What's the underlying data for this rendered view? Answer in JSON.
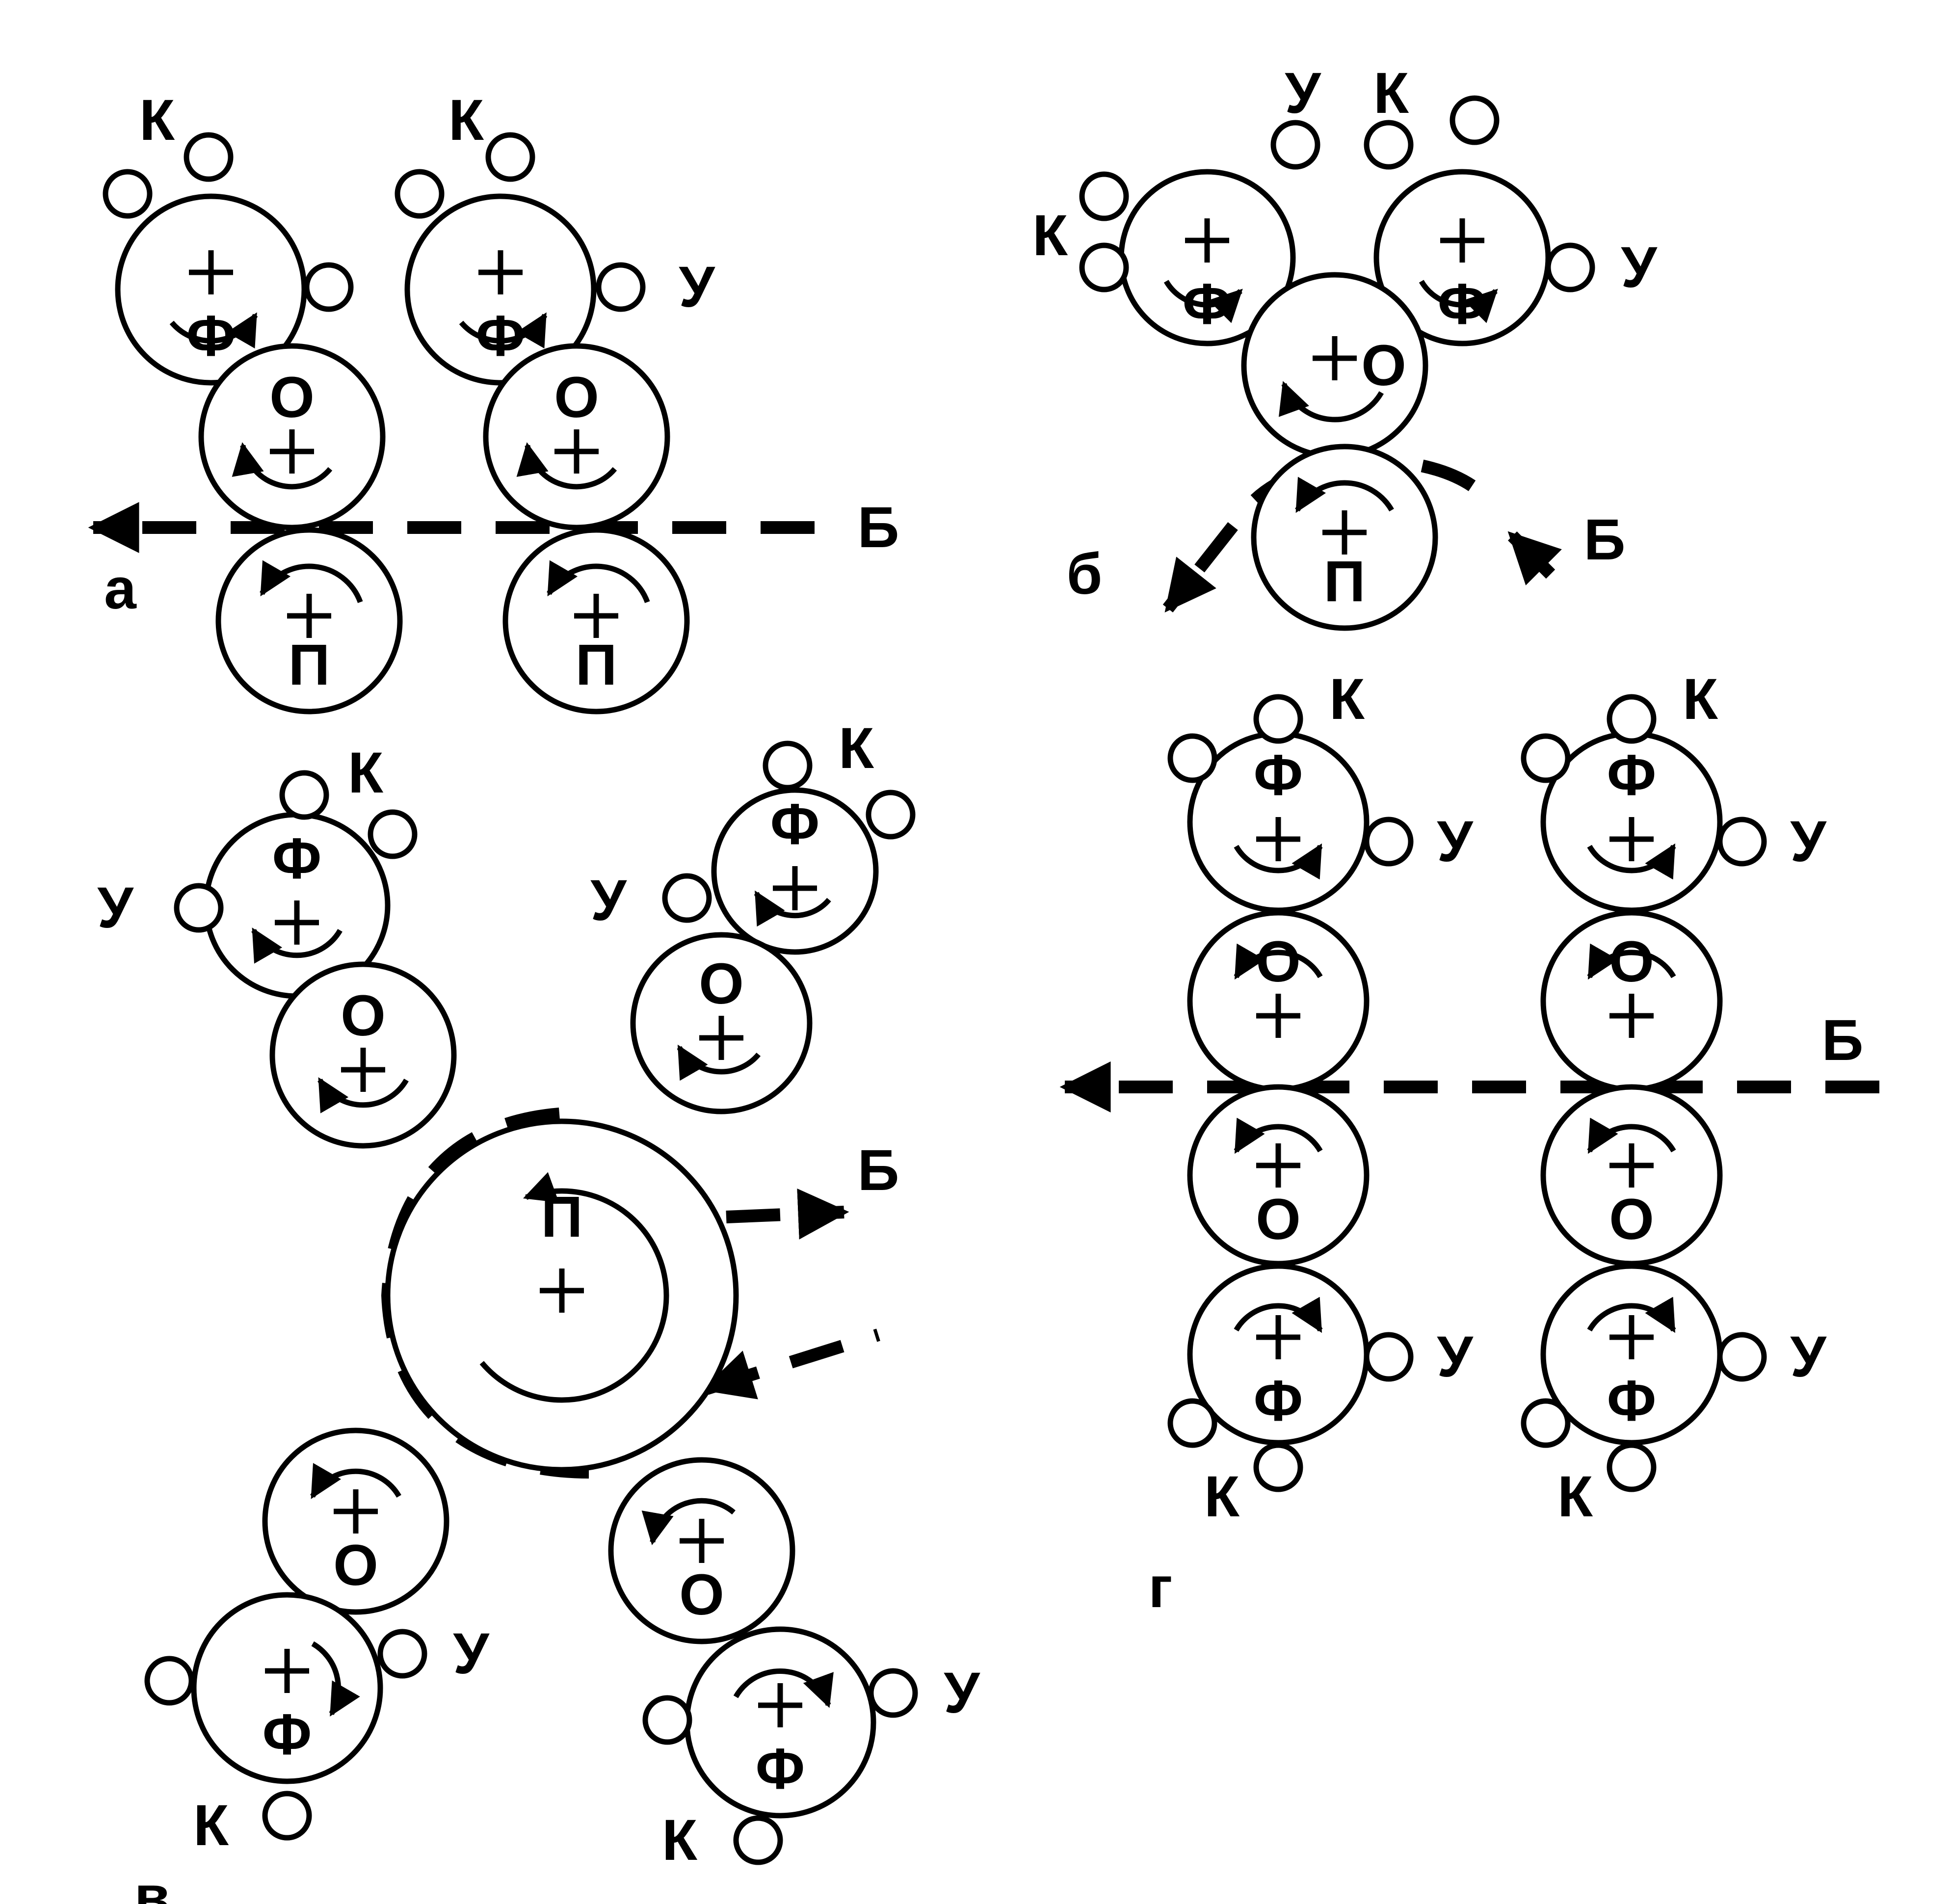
{
  "labels": {
    "form_cylinder": "Ф",
    "offset_cylinder": "О",
    "impression_cylinder": "П",
    "inking_roller": "К",
    "damping_roller": "У",
    "web": "Б"
  },
  "panels": [
    {
      "id": "a",
      "letter": "а"
    },
    {
      "id": "b",
      "letter": "б"
    },
    {
      "id": "v",
      "letter": "в"
    },
    {
      "id": "g",
      "letter": "г"
    }
  ],
  "colors": {
    "ink": "#000000",
    "background": "#ffffff"
  }
}
